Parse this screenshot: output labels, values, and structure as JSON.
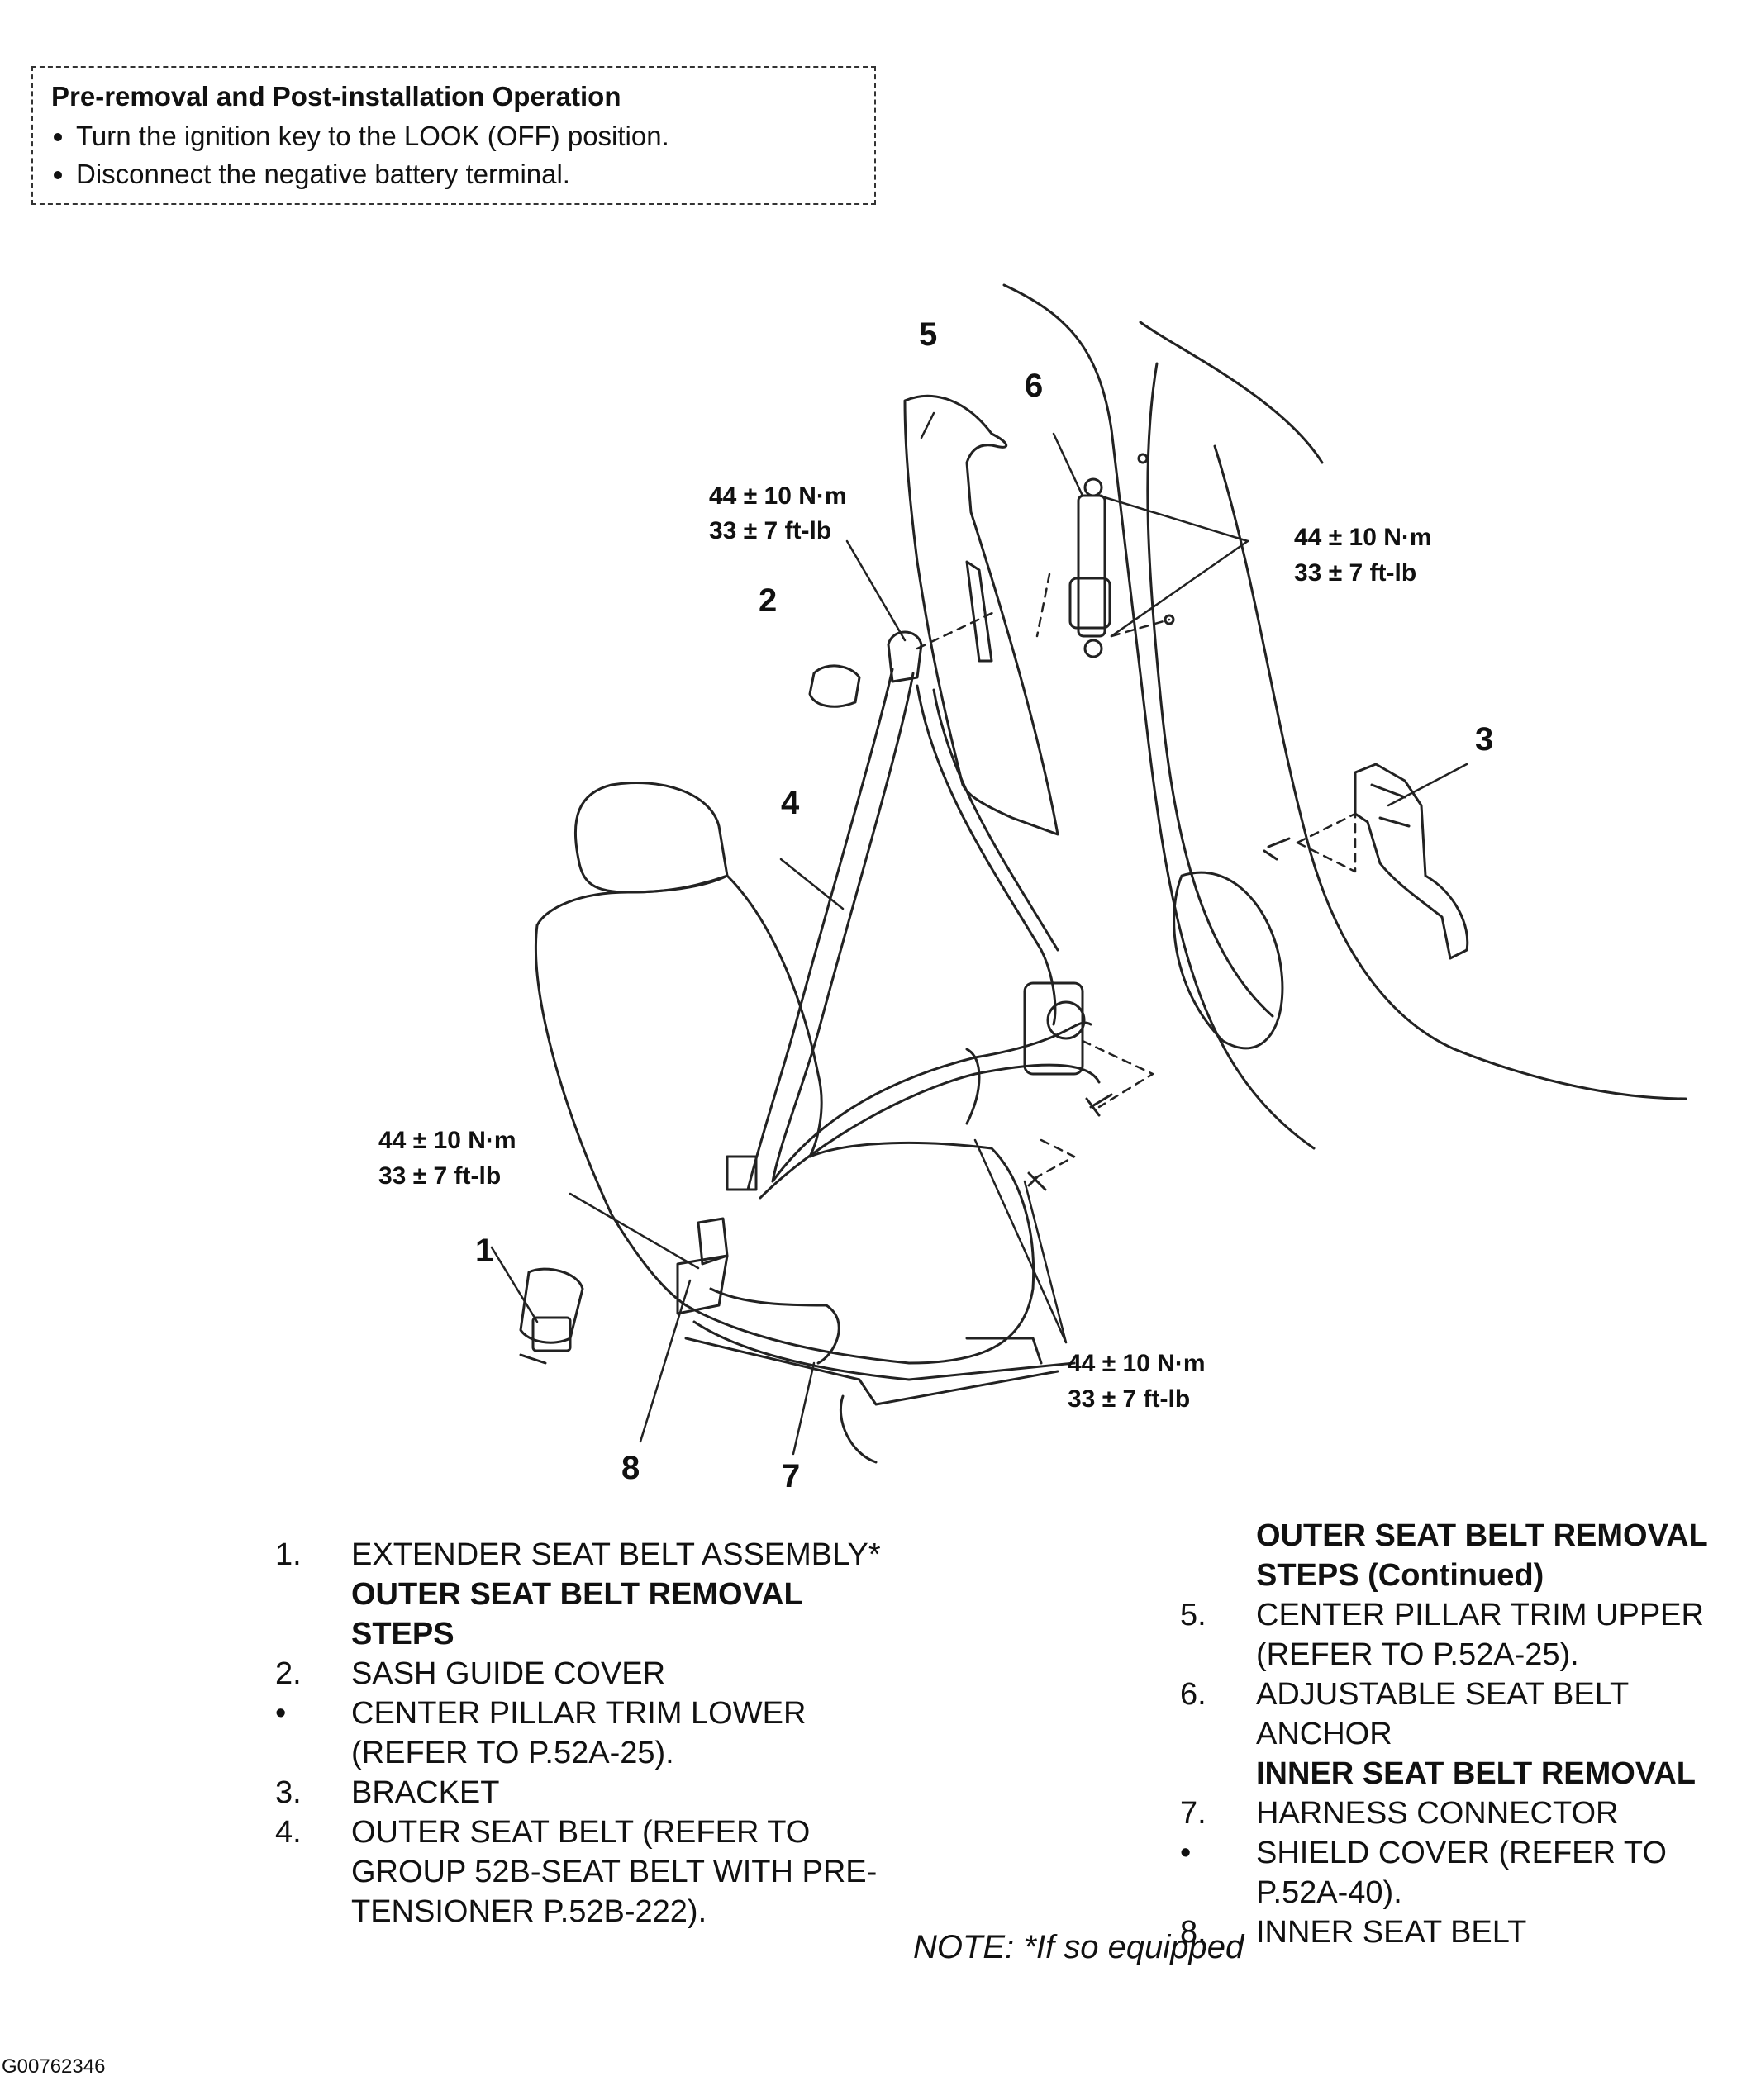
{
  "pre_operation": {
    "title": "Pre-removal and Post-installation Operation",
    "items": [
      "Turn the ignition key to the LOOK (OFF) position.",
      "Disconnect the negative battery terminal."
    ]
  },
  "callouts": {
    "n1": "1",
    "n2": "2",
    "n3": "3",
    "n4": "4",
    "n5": "5",
    "n6": "6",
    "n7": "7",
    "n8": "8"
  },
  "torque": {
    "a_nm": "44 ± 10 N·m",
    "a_ftlb": "33 ± 7 ft-lb",
    "b_nm": "44 ± 10 N·m",
    "b_ftlb": "33 ± 7 ft-lb",
    "c_nm": "44 ± 10 N·m",
    "c_ftlb": "33 ± 7 ft-lb",
    "d_nm": "44 ± 10 N·m",
    "d_ftlb": "33 ± 7 ft-lb"
  },
  "legend_left": [
    {
      "num": "1.",
      "text": "EXTENDER SEAT BELT ASSEMBLY*",
      "bold": false
    },
    {
      "num": "",
      "text": "OUTER SEAT BELT REMOVAL STEPS",
      "bold": true
    },
    {
      "num": "2.",
      "text": "SASH GUIDE COVER",
      "bold": false
    },
    {
      "num": "•",
      "text": "CENTER PILLAR TRIM LOWER (REFER TO P.52A-25).",
      "bold": false
    },
    {
      "num": "3.",
      "text": "BRACKET",
      "bold": false
    },
    {
      "num": "4.",
      "text": "OUTER SEAT BELT (REFER TO GROUP 52B-SEAT BELT WITH PRE-TENSIONER P.52B-222).",
      "bold": false
    }
  ],
  "legend_right": [
    {
      "num": "",
      "text": "OUTER SEAT BELT REMOVAL STEPS (Continued)",
      "bold": true
    },
    {
      "num": "5.",
      "text": "CENTER PILLAR TRIM UPPER (REFER TO P.52A-25).",
      "bold": false
    },
    {
      "num": "6.",
      "text": "ADJUSTABLE SEAT BELT ANCHOR",
      "bold": false
    },
    {
      "num": "",
      "text": "INNER SEAT BELT REMOVAL",
      "bold": true
    },
    {
      "num": "7.",
      "text": "HARNESS CONNECTOR",
      "bold": false
    },
    {
      "num": "•",
      "text": "SHIELD COVER (REFER TO P.52A-40).",
      "bold": false
    },
    {
      "num": "8.",
      "text": "INNER SEAT BELT",
      "bold": false
    }
  ],
  "note": "NOTE: *If so equipped",
  "doc_id": "G00762346"
}
